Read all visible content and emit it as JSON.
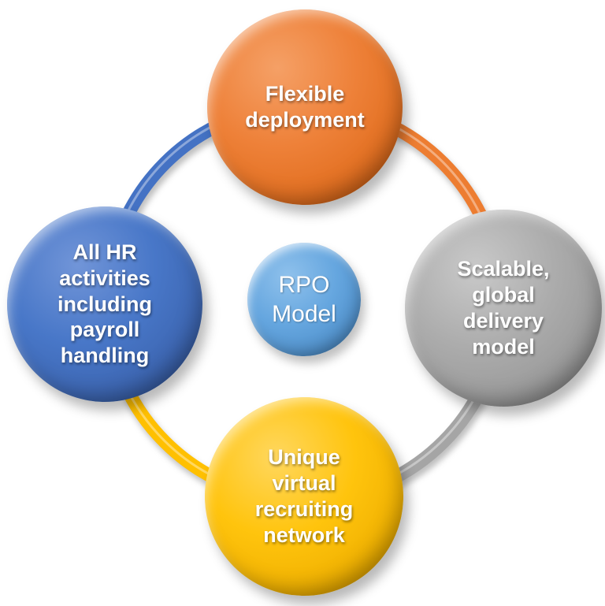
{
  "diagram": {
    "center": {
      "label": "RPO\nModel",
      "color": "#5B9BD5"
    },
    "nodes": [
      {
        "position": "top",
        "label": "Flexible\ndeployment",
        "color": "#ED7D31"
      },
      {
        "position": "right",
        "label": "Scalable,\nglobal\ndelivery\nmodel",
        "color": "#A5A5A5"
      },
      {
        "position": "bottom",
        "label": "Unique\nvirtual\nrecruiting\nnetwork",
        "color": "#FFC000"
      },
      {
        "position": "left",
        "label": "All HR\nactivities\nincluding\npayroll\nhandling",
        "color": "#4472C4"
      }
    ],
    "ring_segments": [
      {
        "from": "left",
        "to": "top",
        "color": "#4472C4"
      },
      {
        "from": "top",
        "to": "right",
        "color": "#ED7D31"
      },
      {
        "from": "right",
        "to": "bottom",
        "color": "#A5A5A5"
      },
      {
        "from": "bottom",
        "to": "left",
        "color": "#FFC000"
      }
    ]
  }
}
